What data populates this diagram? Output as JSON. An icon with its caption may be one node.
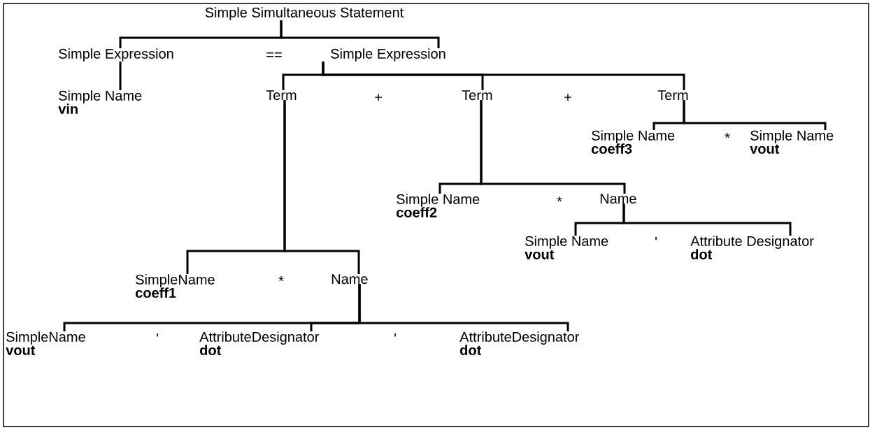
{
  "diagram": {
    "nodes": [
      {
        "text": [
          "Simple Simultaneous Statement"
        ]
      },
      {
        "text": [
          "Simple Expression"
        ]
      },
      {
        "text": [
          "Simple Expression"
        ]
      },
      {
        "text": [
          "Simple Name",
          "vin"
        ]
      },
      {
        "text": [
          "Term"
        ]
      },
      {
        "text": [
          "Term"
        ]
      },
      {
        "text": [
          "Term"
        ]
      },
      {
        "text": [
          "Simple Name",
          "coeff3"
        ]
      },
      {
        "text": [
          "Simple Name",
          "vout"
        ]
      },
      {
        "text": [
          "Simple Name",
          "coeff2"
        ]
      },
      {
        "text": [
          "Name"
        ]
      },
      {
        "text": [
          "Simple Name",
          "vout"
        ]
      },
      {
        "text": [
          "Attribute Designator",
          "dot"
        ]
      },
      {
        "text": [
          "SimpleName",
          "coeff1"
        ]
      },
      {
        "text": [
          "Name"
        ]
      },
      {
        "text": [
          "SimpleName",
          "vout"
        ]
      },
      {
        "text": [
          "AttributeDesignator",
          "dot"
        ]
      },
      {
        "text": [
          "AttributeDesignator",
          "dot"
        ]
      }
    ],
    "edges": [
      {
        "from": 0,
        "to": 1,
        "arrow": "none"
      },
      {
        "from": 0,
        "to": 2,
        "arrow": "none"
      },
      {
        "from": 1,
        "to": 3,
        "arrow": "none"
      },
      {
        "from": 2,
        "to": 4,
        "arrow": "none"
      },
      {
        "from": 2,
        "to": 5,
        "arrow": "none"
      },
      {
        "from": 2,
        "to": 6,
        "arrow": "none"
      },
      {
        "from": 6,
        "to": 7,
        "arrow": "none"
      },
      {
        "from": 6,
        "to": 8,
        "arrow": "none"
      },
      {
        "from": 5,
        "to": 9,
        "arrow": "none"
      },
      {
        "from": 5,
        "to": 10,
        "arrow": "none"
      },
      {
        "from": 10,
        "to": 11,
        "arrow": "none"
      },
      {
        "from": 10,
        "to": 12,
        "arrow": "none"
      },
      {
        "from": 4,
        "to": 13,
        "arrow": "none"
      },
      {
        "from": 4,
        "to": 14,
        "arrow": "none"
      },
      {
        "from": 14,
        "to": 15,
        "arrow": "none"
      },
      {
        "from": 14,
        "to": 16,
        "arrow": "none"
      },
      {
        "from": 14,
        "to": 17,
        "arrow": "none"
      }
    ],
    "labels": [
      "==",
      "+",
      "+",
      "*",
      "*",
      "'",
      "*",
      "'",
      "'"
    ]
  }
}
